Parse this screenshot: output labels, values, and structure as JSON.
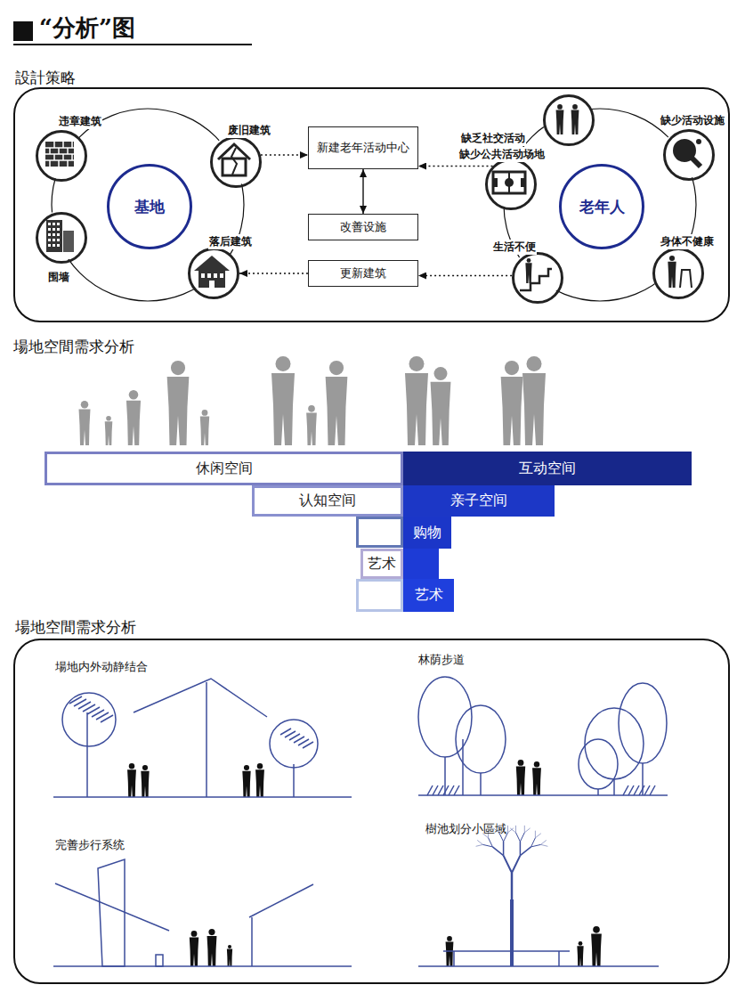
{
  "diagram": {
    "title": "“分析”图",
    "nodes": [
      {
        "text": [
          "設計策略"
        ]
      },
      {
        "text": [
          "违章建筑"
        ],
        "in": 0
      },
      {
        "text": [
          "废旧建筑"
        ],
        "in": 0
      },
      {
        "text": [
          "新建老年活动中心"
        ],
        "in": 0
      },
      {
        "text": [
          "缺乏社交活动"
        ],
        "in": 0
      },
      {
        "text": [
          "缺少活动设施"
        ],
        "in": 0
      },
      {
        "text": [
          "基地"
        ],
        "in": 0
      },
      {
        "text": [
          "缺少公共活动场地"
        ],
        "in": 0
      },
      {
        "text": [
          "老年人"
        ],
        "in": 0
      },
      {
        "text": [
          "围墙"
        ],
        "in": 0
      },
      {
        "text": [
          "改善设施"
        ],
        "in": 0
      },
      {
        "text": [
          "生活不便"
        ],
        "in": 0
      },
      {
        "text": [
          "身体不健康"
        ],
        "in": 0
      },
      {
        "text": [
          "落后建筑"
        ],
        "in": 0
      },
      {
        "text": [
          "更新建筑"
        ],
        "in": 0
      },
      {
        "text": [
          "休闲空间"
        ]
      },
      {
        "text": [
          "互动空间"
        ]
      },
      {
        "text": [
          "认知空间"
        ]
      },
      {
        "text": [
          "亲子空间"
        ]
      },
      {
        "text": [
          "购物"
        ]
      },
      {
        "text": [
          "艺术"
        ]
      },
      {
        "text": [
          "艺术"
        ]
      },
      {
        "text": [
          "場地空間需求分析"
        ]
      }
    ],
    "edges": [
      {
        "from": 2,
        "to": 3,
        "arrow": "to"
      },
      {
        "from": 7,
        "to": 3,
        "arrow": "to"
      },
      {
        "from": 3,
        "to": 10,
        "arrow": "both"
      },
      {
        "from": 14,
        "to": 13,
        "arrow": "to"
      },
      {
        "from": 11,
        "to": 14,
        "arrow": "to"
      }
    ],
    "labels": [
      "場地空間需求分析",
      "場地内外动静结合",
      "林荫步道",
      "完善步行系统",
      "樹池划分小區域"
    ]
  }
}
